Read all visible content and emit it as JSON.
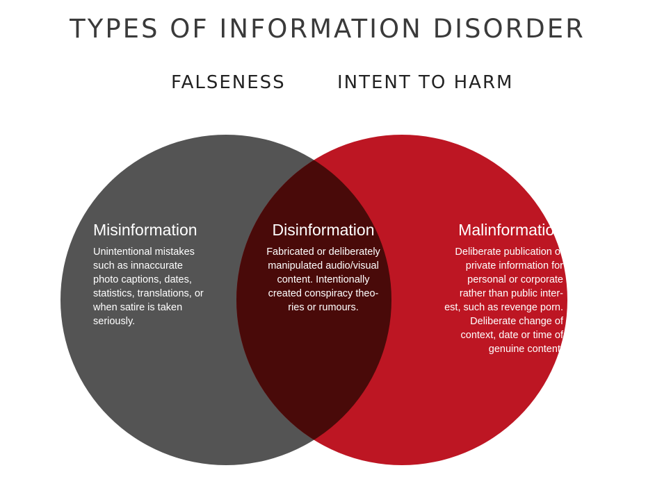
{
  "title": "TYPES OF INFORMATION DISORDER",
  "sets": {
    "left": {
      "label": "FALSENESS",
      "color": "#545454"
    },
    "right": {
      "label": "INTENT TO HARM",
      "color": "#bd1623"
    },
    "overlap_color": "#490a09"
  },
  "regions": {
    "misinformation": {
      "heading": "Misinformation",
      "lines": [
        "Unintentional mistakes",
        "such as innaccurate",
        "photo captions, dates,",
        "statistics, translations, or",
        "when satire is taken",
        "seriously."
      ]
    },
    "disinformation": {
      "heading": "Disinformation",
      "lines": [
        "Fabricated or deliberately",
        "manipulated audio/visual",
        "content. Intentionally",
        "created conspiracy theo-",
        "ries or rumours."
      ]
    },
    "malinformation": {
      "heading": "Malinformation",
      "lines": [
        "Deliberate publication of",
        "private information for",
        "personal or corporate",
        "rather than public inter-",
        "est, such as revenge porn.",
        "Deliberate change of",
        "context, date or time of",
        "genuine content."
      ]
    }
  }
}
